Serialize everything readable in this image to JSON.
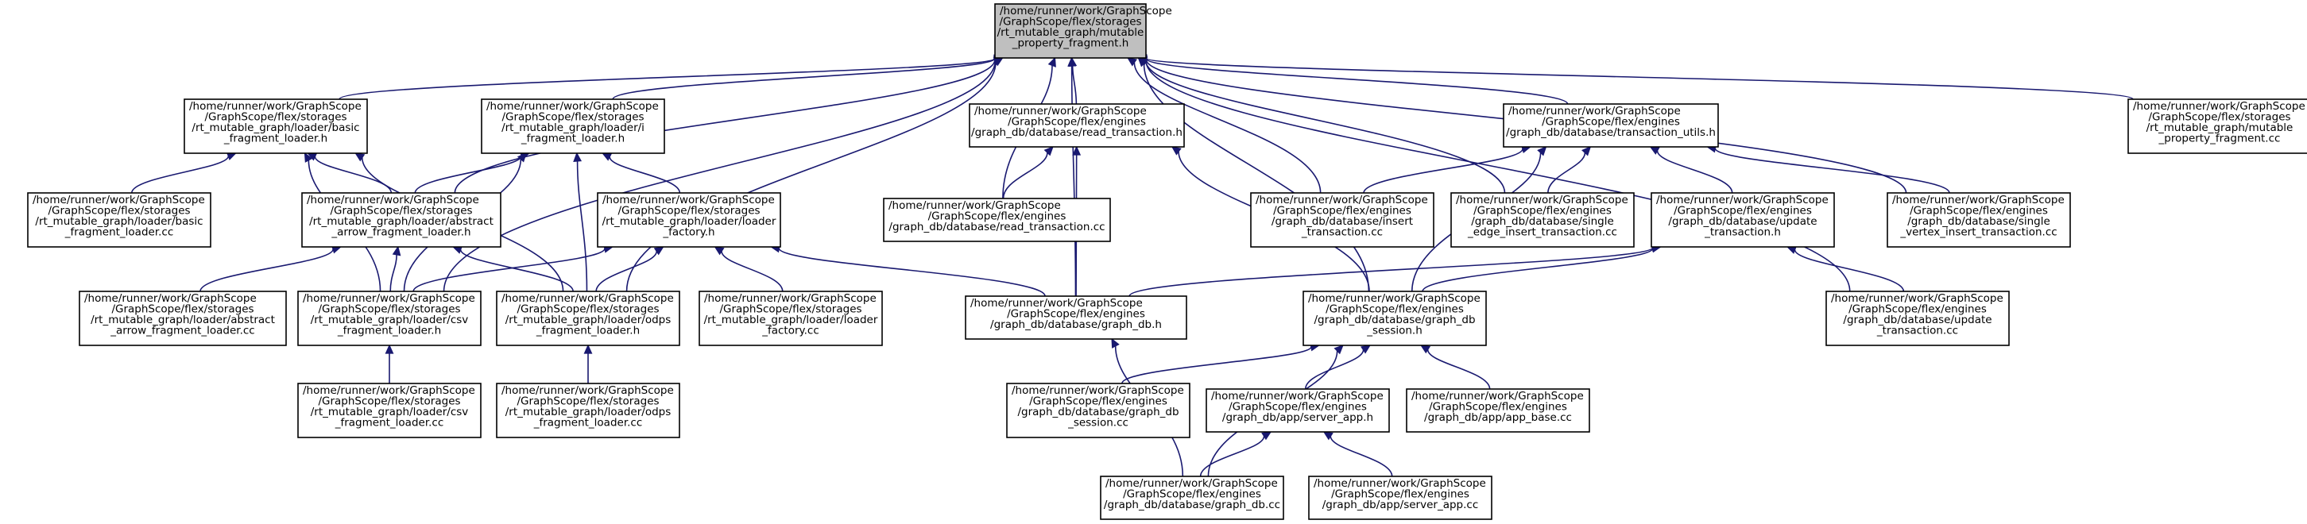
{
  "title": "",
  "colors": {
    "edge": "#191970",
    "root_fill": "#bfbfbf",
    "node_fill": "#ffffff",
    "border": "#000000"
  },
  "nodes": [
    {
      "id": "root",
      "root": true,
      "lines": [
        "/home/runner/work/GraphScope",
        "/GraphScope/flex/storages",
        "/rt_mutable_graph/mutable",
        "_property_fragment.h"
      ]
    },
    {
      "id": "bfl_h",
      "lines": [
        "/home/runner/work/GraphScope",
        "/GraphScope/flex/storages",
        "/rt_mutable_graph/loader/basic",
        "_fragment_loader.h"
      ]
    },
    {
      "id": "ifl_h",
      "lines": [
        "/home/runner/work/GraphScope",
        "/GraphScope/flex/storages",
        "/rt_mutable_graph/loader/i",
        "_fragment_loader.h"
      ]
    },
    {
      "id": "rt_h",
      "lines": [
        "/home/runner/work/GraphScope",
        "/GraphScope/flex/engines",
        "/graph_db/database/read_transaction.h"
      ]
    },
    {
      "id": "tu_h",
      "lines": [
        "/home/runner/work/GraphScope",
        "/GraphScope/flex/engines",
        "/graph_db/database/transaction_utils.h"
      ]
    },
    {
      "id": "mpf_cc",
      "lines": [
        "/home/runner/work/GraphScope",
        "/GraphScope/flex/storages",
        "/rt_mutable_graph/mutable",
        "_property_fragment.cc"
      ]
    },
    {
      "id": "bfl_cc",
      "lines": [
        "/home/runner/work/GraphScope",
        "/GraphScope/flex/storages",
        "/rt_mutable_graph/loader/basic",
        "_fragment_loader.cc"
      ]
    },
    {
      "id": "afl_h",
      "lines": [
        "/home/runner/work/GraphScope",
        "/GraphScope/flex/storages",
        "/rt_mutable_graph/loader/abstract",
        "_arrow_fragment_loader.h"
      ]
    },
    {
      "id": "lf_h",
      "lines": [
        "/home/runner/work/GraphScope",
        "/GraphScope/flex/storages",
        "/rt_mutable_graph/loader/loader",
        "_factory.h"
      ]
    },
    {
      "id": "rt_cc",
      "lines": [
        "/home/runner/work/GraphScope",
        "/GraphScope/flex/engines",
        "/graph_db/database/read_transaction.cc"
      ]
    },
    {
      "id": "it_cc",
      "lines": [
        "/home/runner/work/GraphScope",
        "/GraphScope/flex/engines",
        "/graph_db/database/insert",
        "_transaction.cc"
      ]
    },
    {
      "id": "seit_cc",
      "lines": [
        "/home/runner/work/GraphScope",
        "/GraphScope/flex/engines",
        "/graph_db/database/single",
        "_edge_insert_transaction.cc"
      ]
    },
    {
      "id": "ut_h",
      "lines": [
        "/home/runner/work/GraphScope",
        "/GraphScope/flex/engines",
        "/graph_db/database/update",
        "_transaction.h"
      ]
    },
    {
      "id": "svit_cc",
      "lines": [
        "/home/runner/work/GraphScope",
        "/GraphScope/flex/engines",
        "/graph_db/database/single",
        "_vertex_insert_transaction.cc"
      ]
    },
    {
      "id": "afl_cc",
      "lines": [
        "/home/runner/work/GraphScope",
        "/GraphScope/flex/storages",
        "/rt_mutable_graph/loader/abstract",
        "_arrow_fragment_loader.cc"
      ]
    },
    {
      "id": "csv_h",
      "lines": [
        "/home/runner/work/GraphScope",
        "/GraphScope/flex/storages",
        "/rt_mutable_graph/loader/csv",
        "_fragment_loader.h"
      ]
    },
    {
      "id": "odps_h",
      "lines": [
        "/home/runner/work/GraphScope",
        "/GraphScope/flex/storages",
        "/rt_mutable_graph/loader/odps",
        "_fragment_loader.h"
      ]
    },
    {
      "id": "lf_cc",
      "lines": [
        "/home/runner/work/GraphScope",
        "/GraphScope/flex/storages",
        "/rt_mutable_graph/loader/loader",
        "_factory.cc"
      ]
    },
    {
      "id": "gdb_h",
      "lines": [
        "/home/runner/work/GraphScope",
        "/GraphScope/flex/engines",
        "/graph_db/database/graph_db.h"
      ]
    },
    {
      "id": "gs_h",
      "lines": [
        "/home/runner/work/GraphScope",
        "/GraphScope/flex/engines",
        "/graph_db/database/graph_db",
        "_session.h"
      ]
    },
    {
      "id": "ut_cc",
      "lines": [
        "/home/runner/work/GraphScope",
        "/GraphScope/flex/engines",
        "/graph_db/database/update",
        "_transaction.cc"
      ]
    },
    {
      "id": "csv_cc",
      "lines": [
        "/home/runner/work/GraphScope",
        "/GraphScope/flex/storages",
        "/rt_mutable_graph/loader/csv",
        "_fragment_loader.cc"
      ]
    },
    {
      "id": "odps_cc",
      "lines": [
        "/home/runner/work/GraphScope",
        "/GraphScope/flex/storages",
        "/rt_mutable_graph/loader/odps",
        "_fragment_loader.cc"
      ]
    },
    {
      "id": "gs_cc",
      "lines": [
        "/home/runner/work/GraphScope",
        "/GraphScope/flex/engines",
        "/graph_db/database/graph_db",
        "_session.cc"
      ]
    },
    {
      "id": "sa_h",
      "lines": [
        "/home/runner/work/GraphScope",
        "/GraphScope/flex/engines",
        "/graph_db/app/server_app.h"
      ]
    },
    {
      "id": "ab_cc",
      "lines": [
        "/home/runner/work/GraphScope",
        "/GraphScope/flex/engines",
        "/graph_db/app/app_base.cc"
      ]
    },
    {
      "id": "gdb_cc",
      "lines": [
        "/home/runner/work/GraphScope",
        "/GraphScope/flex/engines",
        "/graph_db/database/graph_db.cc"
      ]
    },
    {
      "id": "sa_cc",
      "lines": [
        "/home/runner/work/GraphScope",
        "/GraphScope/flex/engines",
        "/graph_db/app/server_app.cc"
      ]
    }
  ],
  "edges": [
    {
      "from": "bfl_h",
      "to": "root"
    },
    {
      "from": "ifl_h",
      "to": "root"
    },
    {
      "from": "rt_h",
      "to": "root"
    },
    {
      "from": "tu_h",
      "to": "root"
    },
    {
      "from": "mpf_cc",
      "to": "root"
    },
    {
      "from": "afl_h",
      "to": "root"
    },
    {
      "from": "rt_cc",
      "to": "root"
    },
    {
      "from": "it_cc",
      "to": "root"
    },
    {
      "from": "seit_cc",
      "to": "root"
    },
    {
      "from": "svit_cc",
      "to": "root"
    },
    {
      "from": "csv_h",
      "to": "root"
    },
    {
      "from": "odps_h",
      "to": "root"
    },
    {
      "from": "gdb_h",
      "to": "root"
    },
    {
      "from": "gs_h",
      "to": "root"
    },
    {
      "from": "ut_cc",
      "to": "root"
    },
    {
      "from": "bfl_cc",
      "to": "bfl_h"
    },
    {
      "from": "afl_h",
      "to": "bfl_h"
    },
    {
      "from": "csv_h",
      "to": "bfl_h"
    },
    {
      "from": "odps_h",
      "to": "bfl_h"
    },
    {
      "from": "afl_h",
      "to": "ifl_h"
    },
    {
      "from": "lf_h",
      "to": "ifl_h"
    },
    {
      "from": "csv_h",
      "to": "ifl_h"
    },
    {
      "from": "odps_h",
      "to": "ifl_h"
    },
    {
      "from": "rt_cc",
      "to": "rt_h"
    },
    {
      "from": "gdb_h",
      "to": "rt_h"
    },
    {
      "from": "gs_h",
      "to": "rt_h"
    },
    {
      "from": "it_cc",
      "to": "tu_h"
    },
    {
      "from": "seit_cc",
      "to": "tu_h"
    },
    {
      "from": "ut_h",
      "to": "tu_h"
    },
    {
      "from": "svit_cc",
      "to": "tu_h"
    },
    {
      "from": "gs_h",
      "to": "tu_h"
    },
    {
      "from": "afl_cc",
      "to": "afl_h"
    },
    {
      "from": "csv_h",
      "to": "afl_h"
    },
    {
      "from": "odps_h",
      "to": "afl_h"
    },
    {
      "from": "csv_h",
      "to": "lf_h"
    },
    {
      "from": "odps_h",
      "to": "lf_h"
    },
    {
      "from": "lf_cc",
      "to": "lf_h"
    },
    {
      "from": "gdb_h",
      "to": "lf_h"
    },
    {
      "from": "gdb_h",
      "to": "ut_h"
    },
    {
      "from": "gs_h",
      "to": "ut_h"
    },
    {
      "from": "ut_cc",
      "to": "ut_h"
    },
    {
      "from": "csv_cc",
      "to": "csv_h"
    },
    {
      "from": "odps_cc",
      "to": "odps_h"
    },
    {
      "from": "gdb_cc",
      "to": "gdb_h"
    },
    {
      "from": "gs_cc",
      "to": "gs_h"
    },
    {
      "from": "sa_h",
      "to": "gs_h"
    },
    {
      "from": "ab_cc",
      "to": "gs_h"
    },
    {
      "from": "gdb_cc",
      "to": "gs_h"
    },
    {
      "from": "gdb_cc",
      "to": "sa_h"
    },
    {
      "from": "sa_cc",
      "to": "sa_h"
    }
  ]
}
